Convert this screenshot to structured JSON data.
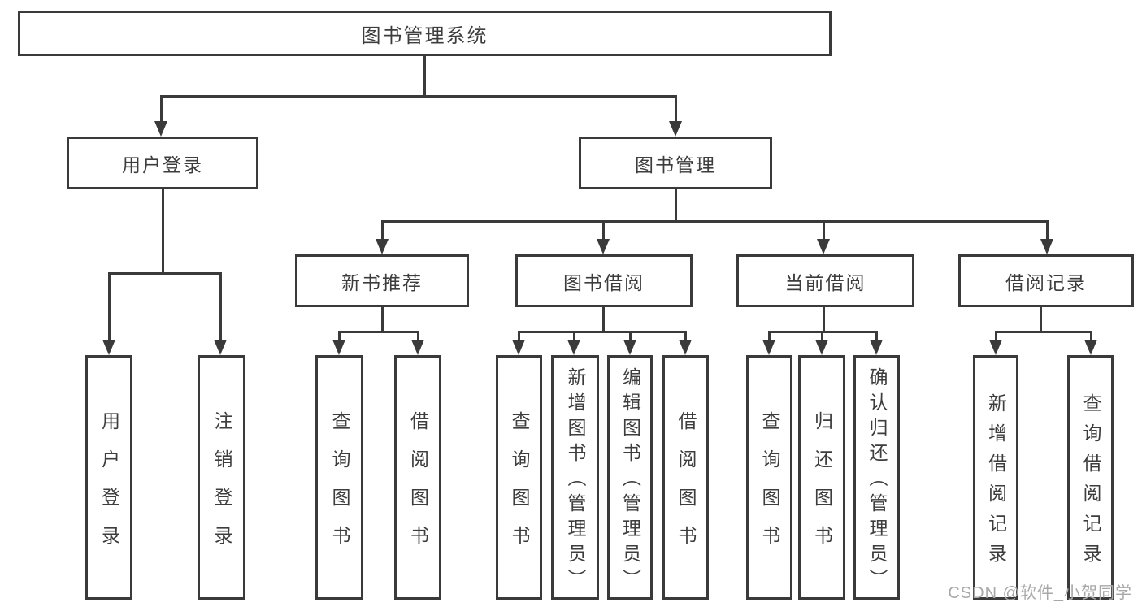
{
  "diagram_title": "图书管理系统",
  "tree": {
    "label": "图书管理系统",
    "children": [
      {
        "label": "用户登录",
        "children": [
          {
            "label": "用户登录"
          },
          {
            "label": "注销登录"
          }
        ]
      },
      {
        "label": "图书管理",
        "children": [
          {
            "label": "新书推荐",
            "children": [
              {
                "label": "查询图书"
              },
              {
                "label": "借阅图书"
              }
            ]
          },
          {
            "label": "图书借阅",
            "children": [
              {
                "label": "查询图书"
              },
              {
                "label": "新增图书（管理员）"
              },
              {
                "label": "编辑图书（管理员）"
              },
              {
                "label": "借阅图书"
              }
            ]
          },
          {
            "label": "当前借阅",
            "children": [
              {
                "label": "查询图书"
              },
              {
                "label": "归还图书"
              },
              {
                "label": "确认归还（管理员）"
              }
            ]
          },
          {
            "label": "借阅记录",
            "children": [
              {
                "label": "新增借阅记录"
              },
              {
                "label": "查询借阅记录"
              }
            ]
          }
        ]
      }
    ]
  },
  "watermark": {
    "text": "CSDN @软件_小贺同学"
  },
  "colors": {
    "background": "#ffffff",
    "line": "#3a3a3a",
    "text": "#3d3d3d",
    "watermark": "#a8a8a8"
  }
}
